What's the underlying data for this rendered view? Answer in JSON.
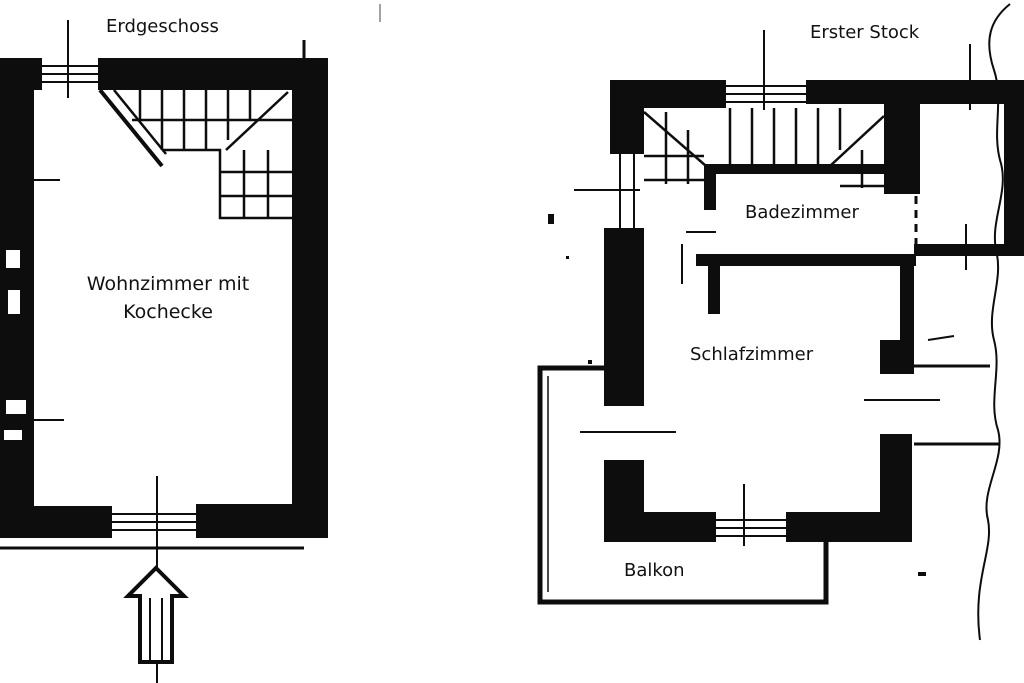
{
  "floors": [
    {
      "title": "Erdgeschoss",
      "rooms": [
        {
          "label": "Wohnzimmer mit Kochecke"
        }
      ]
    },
    {
      "title": "Erster Stock",
      "rooms": [
        {
          "label": "Badezimmer"
        },
        {
          "label": "Schlafzimmer"
        },
        {
          "label": "Balkon"
        }
      ]
    }
  ],
  "colors": {
    "wall": "#0d0d0d",
    "background": "#ffffff",
    "text": "#111111"
  },
  "icons": [
    "entrance-arrow-icon",
    "staircase-icon"
  ]
}
